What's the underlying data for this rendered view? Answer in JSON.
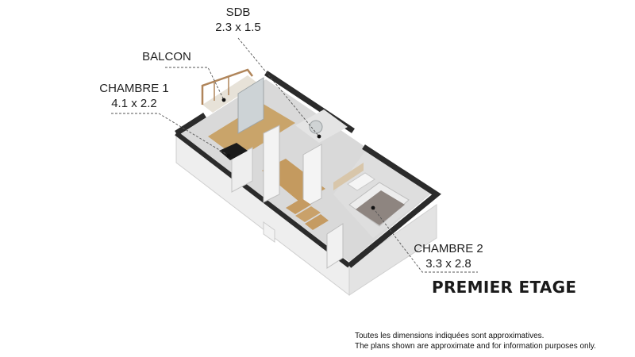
{
  "rooms": [
    {
      "id": "sdb",
      "name": "SDB",
      "dimensions": "2.3 x 1.5"
    },
    {
      "id": "balcon",
      "name": "BALCON",
      "dimensions": ""
    },
    {
      "id": "chambre1",
      "name": "CHAMBRE 1",
      "dimensions": "4.1 x 2.2"
    },
    {
      "id": "chambre2",
      "name": "CHAMBRE 2",
      "dimensions": "3.3 x 2.8"
    }
  ],
  "floor_title": "PREMIER ETAGE",
  "disclaimer": {
    "fr": "Toutes les dimensions indiquées sont approximatives.",
    "en": "The plans shown are approximate and for information purposes only."
  },
  "colors": {
    "wall_top": "#2b2b2b",
    "wall_side": "#e9e9e9",
    "floor_wood": "#c9a46a",
    "floor_grey": "#d6d6d6",
    "bedding": "#8e8580",
    "text": "#1f1f1f"
  }
}
